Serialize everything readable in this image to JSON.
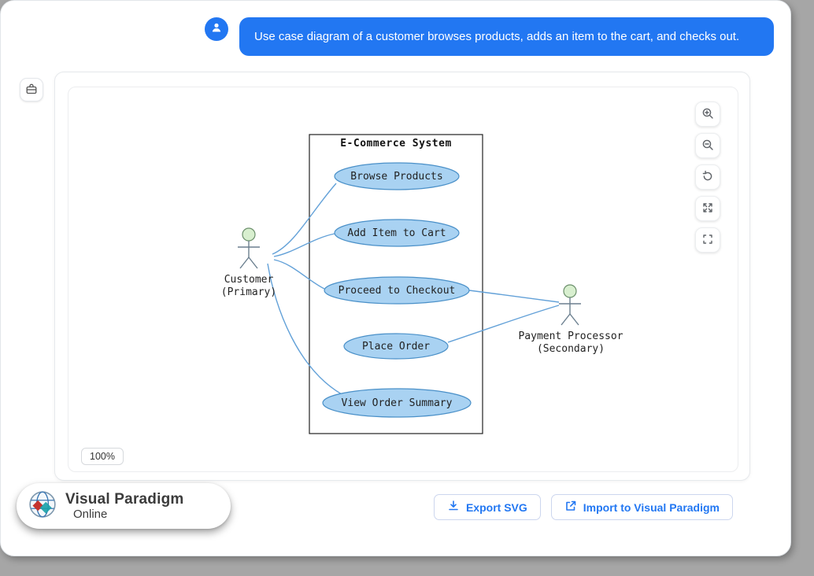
{
  "colors": {
    "accent": "#2277f2",
    "uc-fill": "#a9d2f2",
    "uc-stroke": "#4a90c8",
    "connector": "#63a1d8",
    "actor-head": "#d8efcf"
  },
  "prompt": {
    "text": "Use case diagram of a customer browses products, adds an item to the cart, and checks out."
  },
  "canvas": {
    "zoom_label": "100%",
    "toolbar_icons": [
      "zoom-in-icon",
      "zoom-out-icon",
      "reset-view-icon",
      "fit-screen-icon",
      "fullscreen-icon"
    ]
  },
  "diagram": {
    "system_title": "E-Commerce System",
    "use_cases": [
      "Browse Products",
      "Add Item to Cart",
      "Proceed to Checkout",
      "Place Order",
      "View Order Summary"
    ],
    "actors": [
      {
        "name": "Customer",
        "role": "(Primary)"
      },
      {
        "name": "Payment Processor",
        "role": "(Secondary)"
      }
    ]
  },
  "footer": {
    "logo": {
      "line1": "Visual Paradigm",
      "line2": "Online"
    },
    "export_button": "Export SVG",
    "import_button": "Import to Visual Paradigm"
  }
}
